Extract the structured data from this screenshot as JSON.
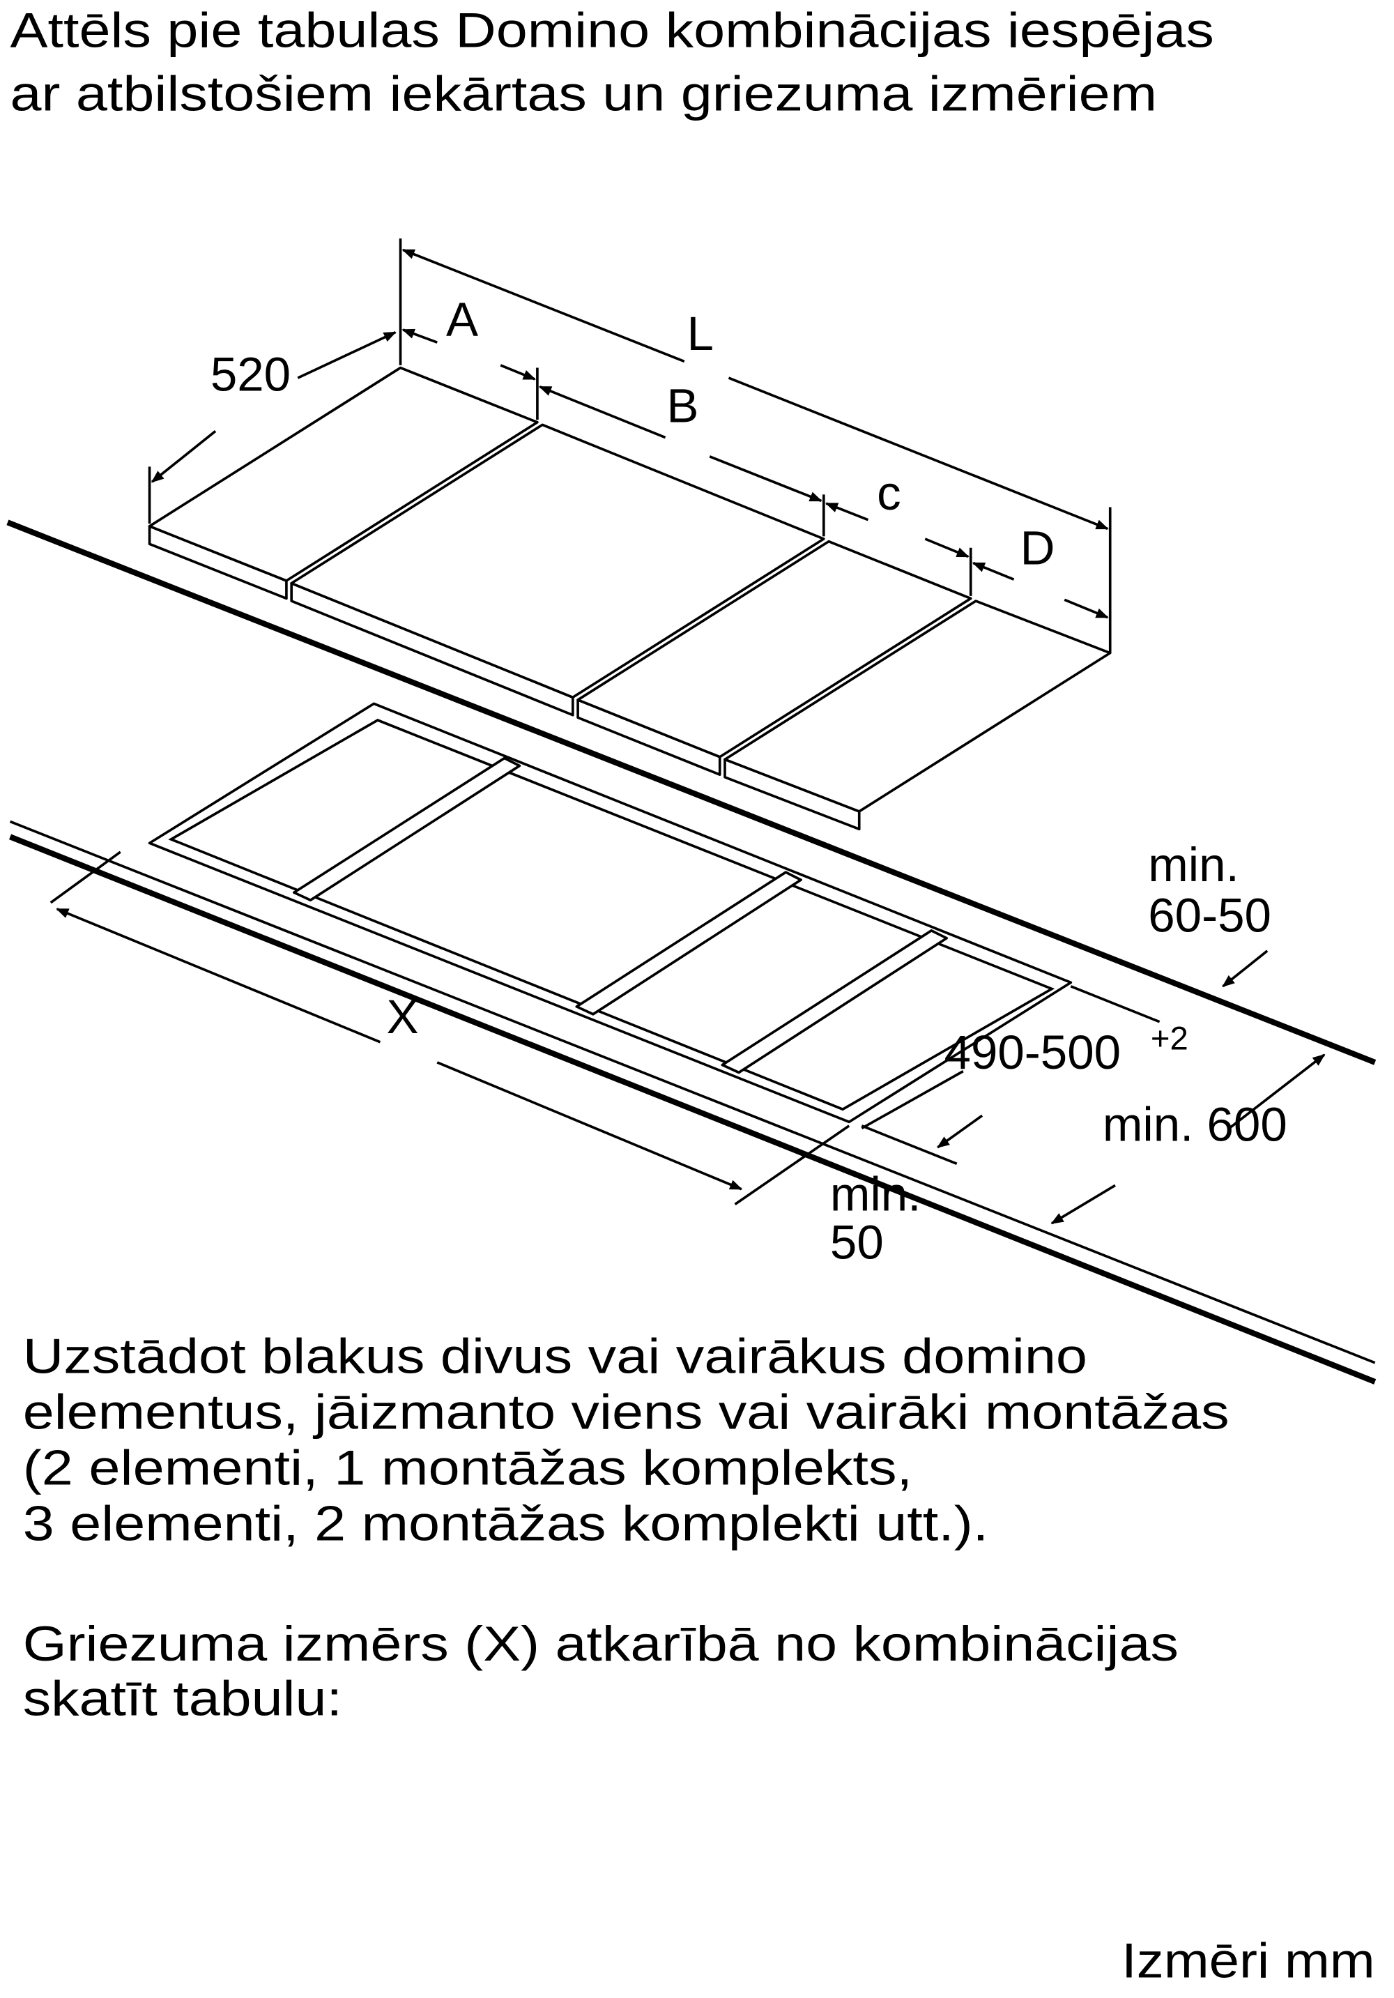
{
  "title": {
    "line1": "Attēls pie tabulas Domino kombinācijas iespējas",
    "line2": "ar atbilstošiem iekārtas un griezuma izmēriem"
  },
  "diagram": {
    "labels": {
      "depth": "520",
      "a": "A",
      "b": "B",
      "c": "c",
      "d": "D",
      "l": "L",
      "x": "X",
      "back_gap_1": "min.",
      "back_gap_2": "60-50",
      "cut_depth": "490-500",
      "cut_depth_tol": "+2",
      "worktop_depth": "min. 600",
      "front_gap_1": "min.",
      "front_gap_2": "50"
    }
  },
  "paragraph1": {
    "line1": "Uzstādot blakus divus vai vairākus domino",
    "line2": "elementus, jāizmanto viens vai vairāki montāžas",
    "line3": "(2 elementi, 1 montāžas komplekts,",
    "line4": "3 elementi, 2 montāžas komplekti utt.)."
  },
  "paragraph2": {
    "line1": "Griezuma izmērs (X) atkarībā no kombinācijas",
    "line2": "skatīt tabulu:"
  },
  "units_note": "Izmēri mm"
}
